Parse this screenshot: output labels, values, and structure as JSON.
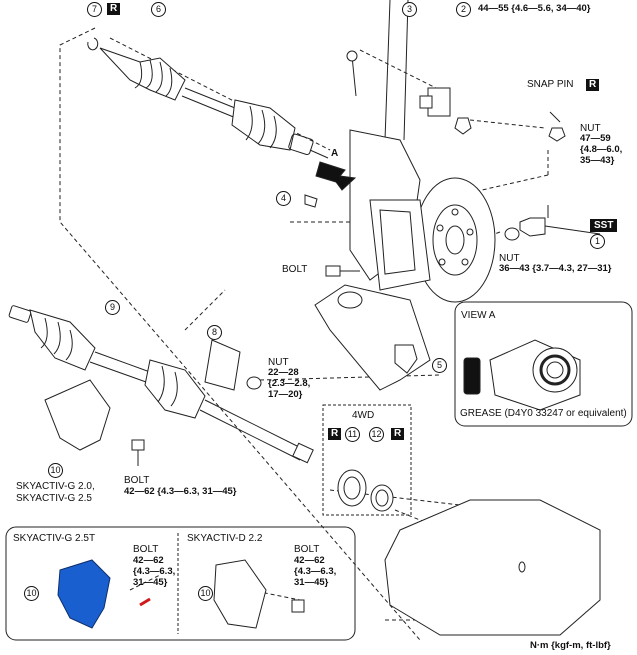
{
  "callouts": {
    "n1": "1",
    "n2": "2",
    "n3": "3",
    "n4": "4",
    "n5": "5",
    "n6": "6",
    "n7": "7",
    "n8": "8",
    "n9": "9",
    "n10": "10",
    "n11": "11",
    "n12": "12"
  },
  "badges": {
    "r": "R",
    "sst": "SST"
  },
  "torques": {
    "top": "44—55 {4.6—5.6, 34—40}",
    "snap_pin": "SNAP PIN",
    "nut_upper": {
      "title": "NUT",
      "l1": "47—59",
      "l2": "{4.8—6.0,",
      "l3": "35—43}"
    },
    "nut_mid": {
      "title": "NUT",
      "l1": "36—43 {3.7—4.3, 27—31}"
    },
    "bolt_caliper": "BOLT",
    "nut_left": {
      "title": "NUT",
      "l1": "22—28",
      "l2": "{2.3—2.8,",
      "l3": "17—20}"
    },
    "bolt_left": {
      "title": "BOLT",
      "l1": "42—62 {4.3—6.3, 31—45}"
    }
  },
  "labels": {
    "arrow_a": "A",
    "view_a": "VIEW A",
    "grease": "GREASE (D4Y0 33247 or equivalent)",
    "fwd": "4WD",
    "skyactiv_g": "SKYACTIV-G 2.0,",
    "skyactiv_g2": "SKYACTIV-G 2.5"
  },
  "inset_left": {
    "title": "SKYACTIV-G 2.5T",
    "bolt": "BOLT",
    "l1": "42—62",
    "l2": "{4.3—6.3,",
    "l3": "31—45}",
    "highlight_color": "#1a5fd0"
  },
  "inset_right": {
    "title": "SKYACTIV-D 2.2",
    "bolt": "BOLT",
    "l1": "42—62",
    "l2": "{4.3—6.3,",
    "l3": "31—45}"
  },
  "units": "N·m {kgf-m, ft-lbf}"
}
